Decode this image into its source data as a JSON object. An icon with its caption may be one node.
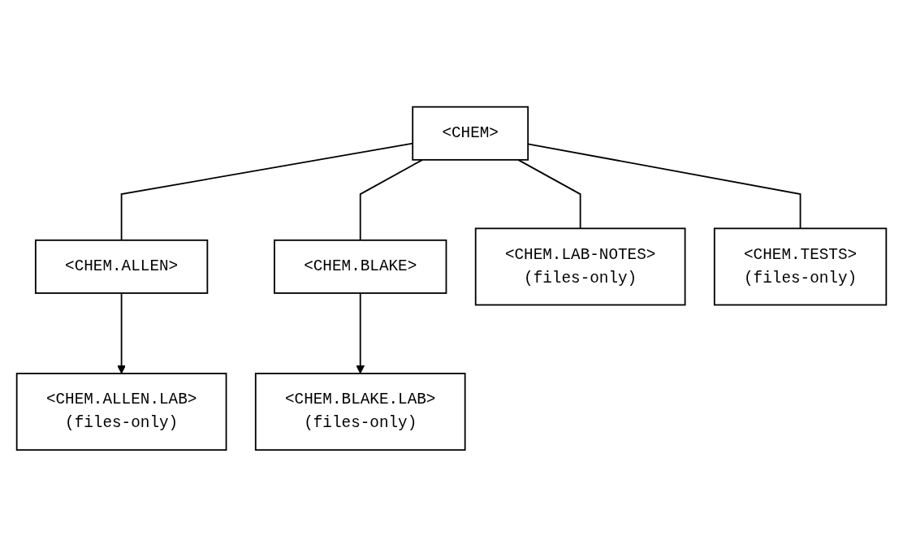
{
  "diagram": {
    "nodes": [
      {
        "text": [
          "<CHEM>"
        ]
      },
      {
        "text": [
          "<CHEM.ALLEN>"
        ]
      },
      {
        "text": [
          "<CHEM.BLAKE>"
        ]
      },
      {
        "text": [
          "<CHEM.LAB-NOTES>",
          "(files-only)"
        ]
      },
      {
        "text": [
          "<CHEM.TESTS>",
          "(files-only)"
        ]
      },
      {
        "text": [
          "<CHEM.ALLEN.LAB>",
          "(files-only)"
        ]
      },
      {
        "text": [
          "<CHEM.BLAKE.LAB>",
          "(files-only)"
        ]
      }
    ],
    "edges": [
      {
        "from": 0,
        "to": 1,
        "arrow": "none"
      },
      {
        "from": 0,
        "to": 2,
        "arrow": "none"
      },
      {
        "from": 0,
        "to": 3,
        "arrow": "none"
      },
      {
        "from": 0,
        "to": 4,
        "arrow": "none"
      },
      {
        "from": 1,
        "to": 5,
        "arrow": "to"
      },
      {
        "from": 2,
        "to": 6,
        "arrow": "to"
      }
    ]
  }
}
